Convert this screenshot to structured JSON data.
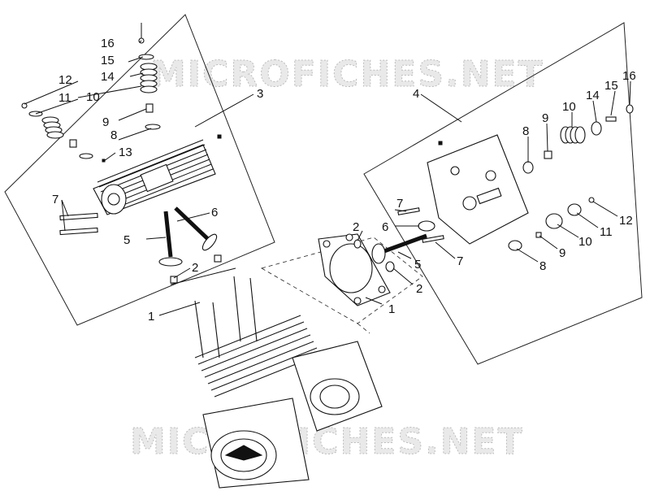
{
  "watermark": {
    "text": "MICROFICHES.NET"
  },
  "left_group": {
    "label": "3",
    "callouts": [
      "16",
      "15",
      "14",
      "12",
      "11",
      "10",
      "9",
      "8",
      "13",
      "7",
      "6",
      "5"
    ]
  },
  "right_group": {
    "label": "4",
    "callouts": [
      "8",
      "9",
      "10",
      "14",
      "15",
      "16",
      "7",
      "2",
      "6",
      "5",
      "7",
      "1",
      "2",
      "10",
      "11",
      "12",
      "8",
      "9"
    ]
  },
  "shared_callouts": {
    "gasket_left": "2",
    "base_left": "1"
  }
}
